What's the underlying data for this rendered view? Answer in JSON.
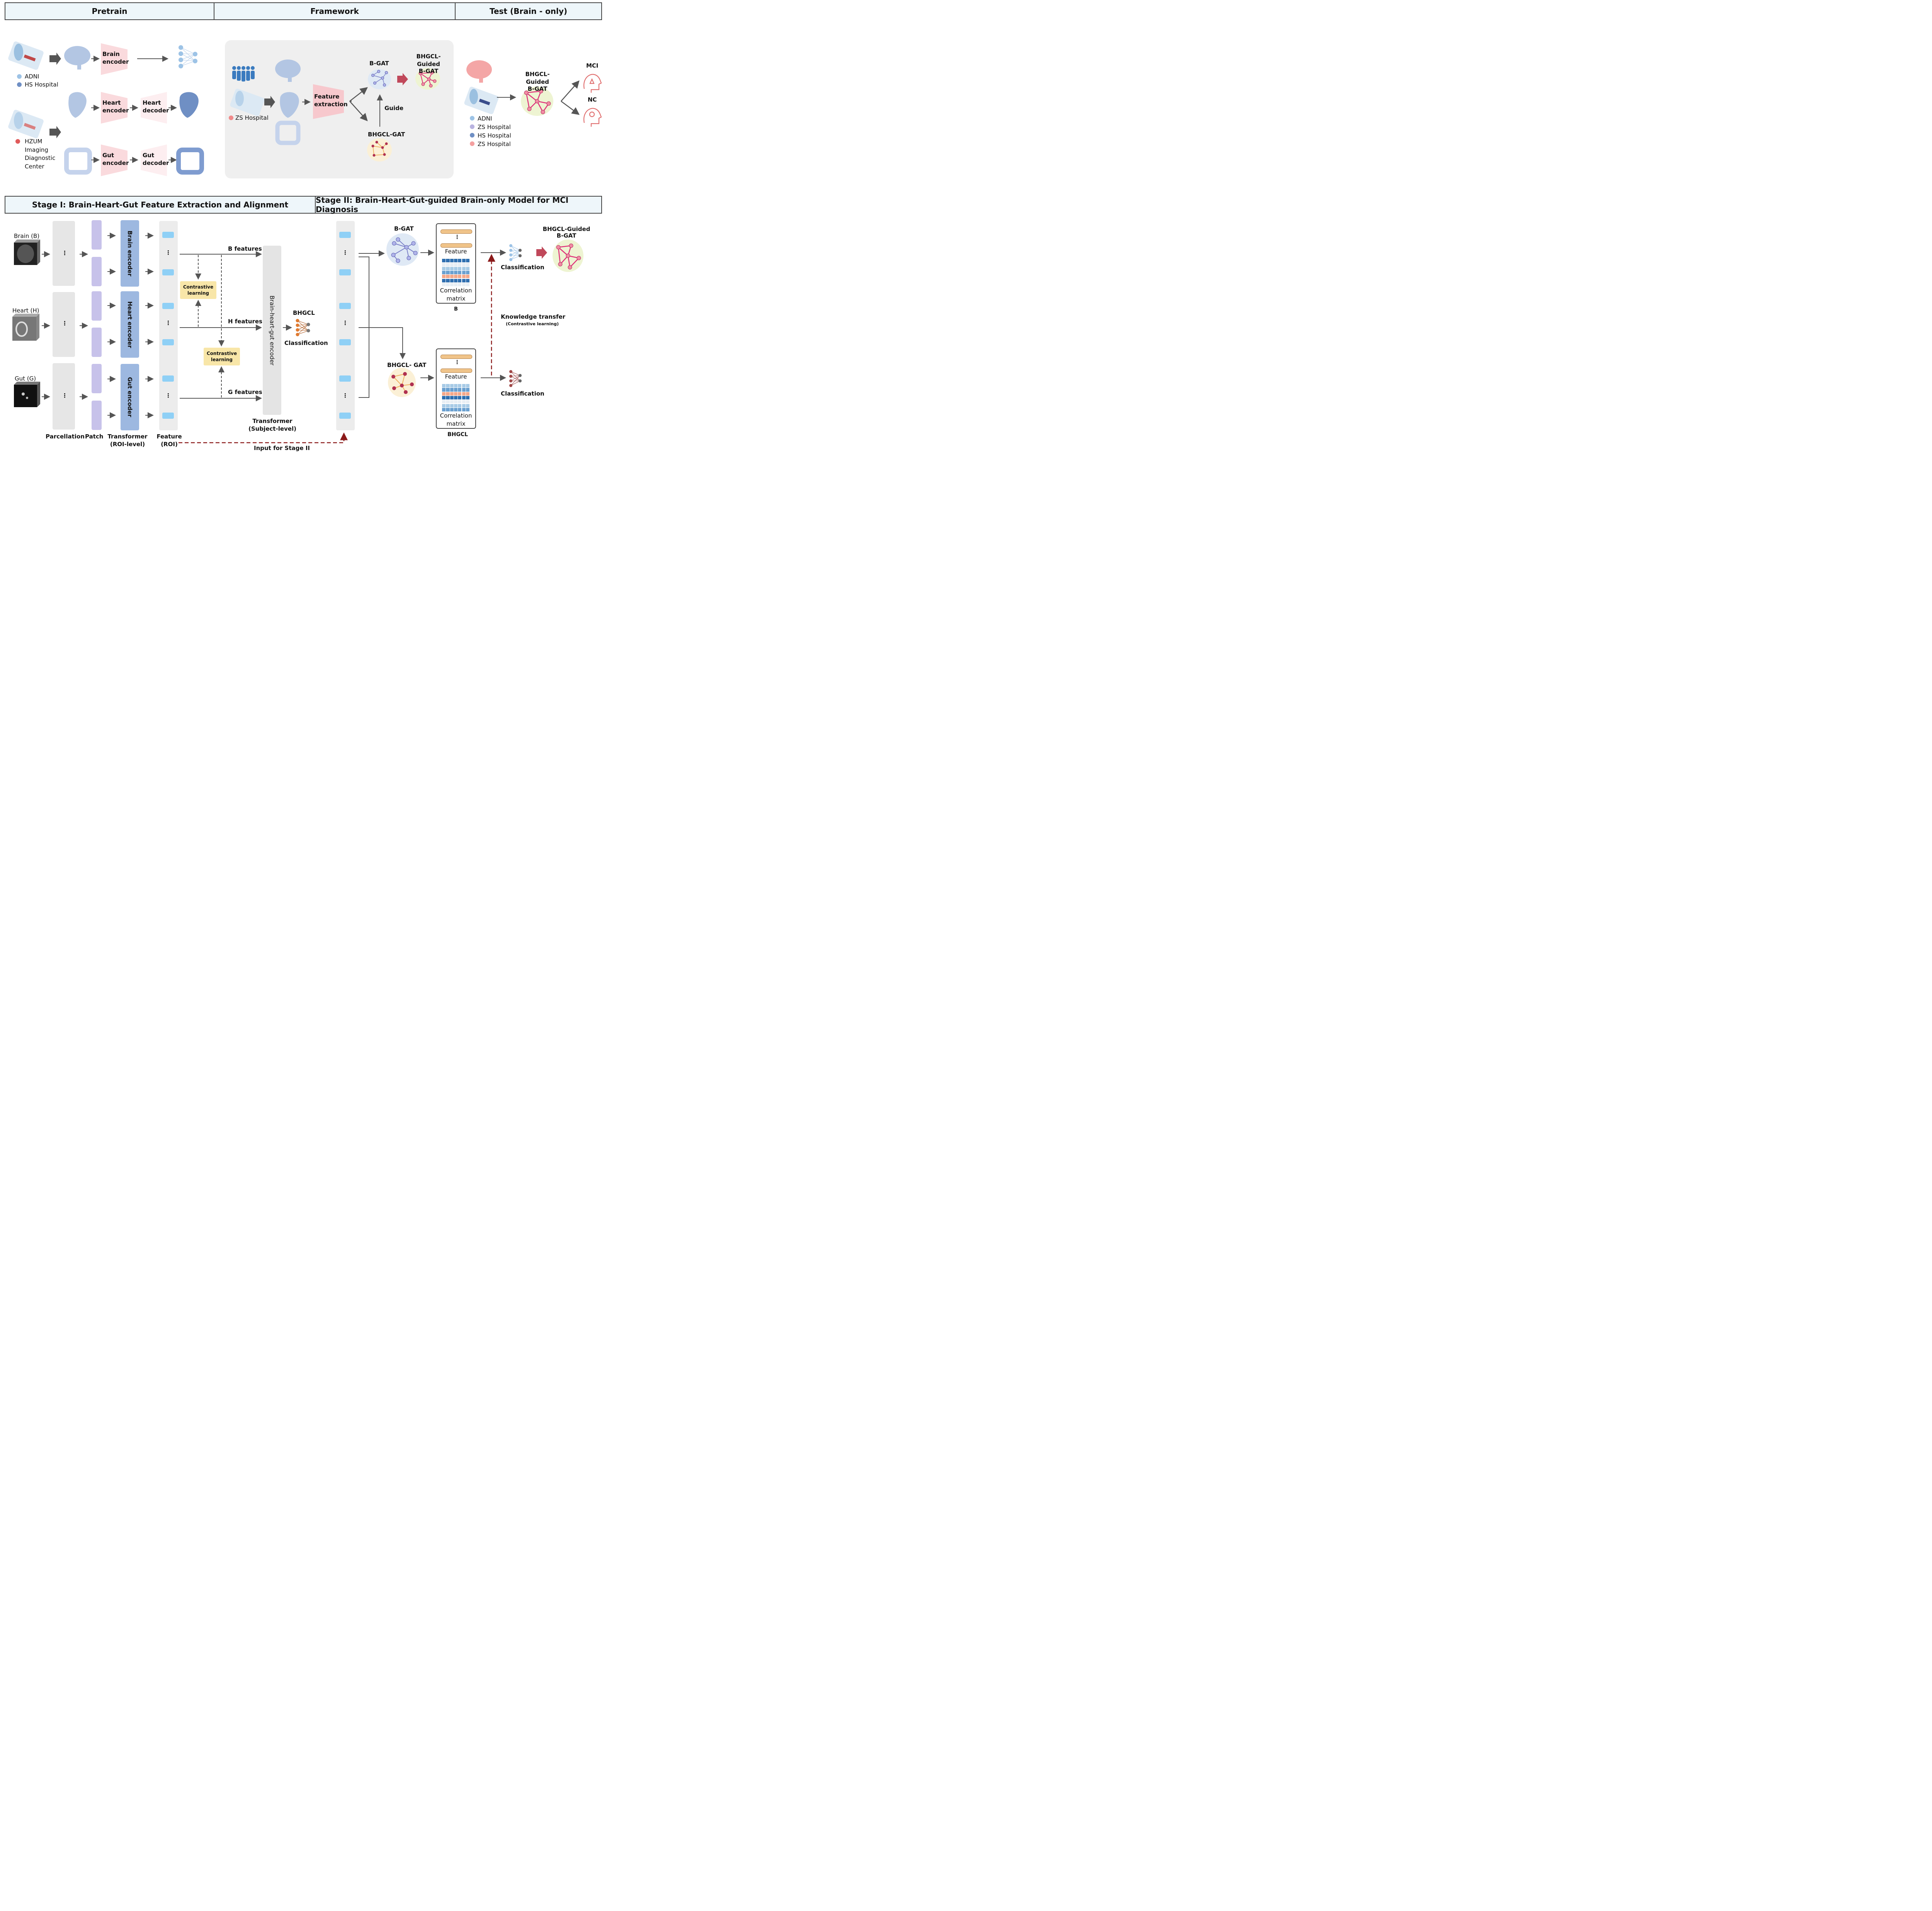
{
  "top_headers": {
    "pretrain": "Pretrain",
    "framework": "Framework",
    "test": "Test (Brain - only)"
  },
  "pretrain": {
    "legend_brain": [
      {
        "label": "ADNI",
        "color": "#9dc3e6"
      },
      {
        "label": "HS Hospital",
        "color": "#6f8fc4"
      }
    ],
    "legend_body": [
      {
        "label": "HZUM Imaging Diagnostic Center",
        "lines": [
          "HZUM",
          "Imaging",
          "Diagnostic",
          "Center"
        ],
        "color": "#e05a5a"
      }
    ],
    "brain_encoder": "Brain encoder",
    "brain_encoder_lines": [
      "Brain",
      "encoder"
    ],
    "heart_encoder_lines": [
      "Heart",
      "encoder"
    ],
    "heart_decoder_lines": [
      "Heart",
      "decoder"
    ],
    "gut_encoder_lines": [
      "Gut",
      "encoder"
    ],
    "gut_decoder_lines": [
      "Gut",
      "decoder"
    ]
  },
  "framework": {
    "legend": {
      "label": "ZS Hospital",
      "color": "#f08a8a"
    },
    "feature_extraction_lines": [
      "Feature",
      "extraction"
    ],
    "b_gat": "B-GAT",
    "guided_lines": [
      "BHGCL-Guided",
      "B-GAT"
    ],
    "guide": "Guide",
    "bhgcl_gat": "BHGCL-GAT"
  },
  "test": {
    "guided_lines": [
      "BHGCL-Guided",
      "B-GAT"
    ],
    "mci": "MCI",
    "nc": "NC",
    "legend": [
      {
        "label": "ADNI",
        "color": "#9dc3e6"
      },
      {
        "label": "ZS Hospital",
        "color": "#b9b3e0"
      },
      {
        "label": "HS Hospital",
        "color": "#6f8fc4"
      },
      {
        "label": "ZS Hospital",
        "color": "#f4a0a0"
      }
    ]
  },
  "stage1": {
    "title": "Stage I: Brain-Heart-Gut Feature Extraction and Alignment",
    "brain_label": "Brain (B)",
    "heart_label": "Heart (H)",
    "gut_label": "Gut (G)",
    "brain_encoder": "Brain encoder",
    "heart_encoder": "Heart  encoder",
    "gut_encoder": "Gut encoder",
    "b_features": "B features",
    "h_features": "H features",
    "g_features": "G features",
    "contrastive_lines": [
      "Contrastive",
      "learning"
    ],
    "bhg_encoder": "Brain-heart-gut encoder",
    "bhgcl": "BHGCL",
    "classification": "Classification",
    "bottom": {
      "parcellation": "Parcellation",
      "patch": "Patch",
      "transformer_lines": [
        "Transformer",
        "(ROI-level)"
      ],
      "feature_lines": [
        "Feature",
        "(ROI)"
      ],
      "subject_lines": [
        "Transformer",
        "(Subject-level)"
      ],
      "input_stage2": "Input for Stage II"
    },
    "ellipsis": "⋮"
  },
  "stage2": {
    "title": "Stage II: Brain-Heart-Gut-guided Brain-only Model for MCI Diagnosis",
    "b_gat": "B-GAT",
    "bhgcl_gat": "BHGCL- GAT",
    "feature": "Feature",
    "correlation_lines": [
      "Correlation",
      "matrix"
    ],
    "b_caption": "B",
    "bhgcl_caption": "BHGCL",
    "classification": "Classification",
    "knowledge_transfer": "Knowledge transfer",
    "kt_sub": "(Contrastive learning)",
    "guided_lines": [
      "BHGCL-Guided",
      "B-GAT"
    ]
  }
}
